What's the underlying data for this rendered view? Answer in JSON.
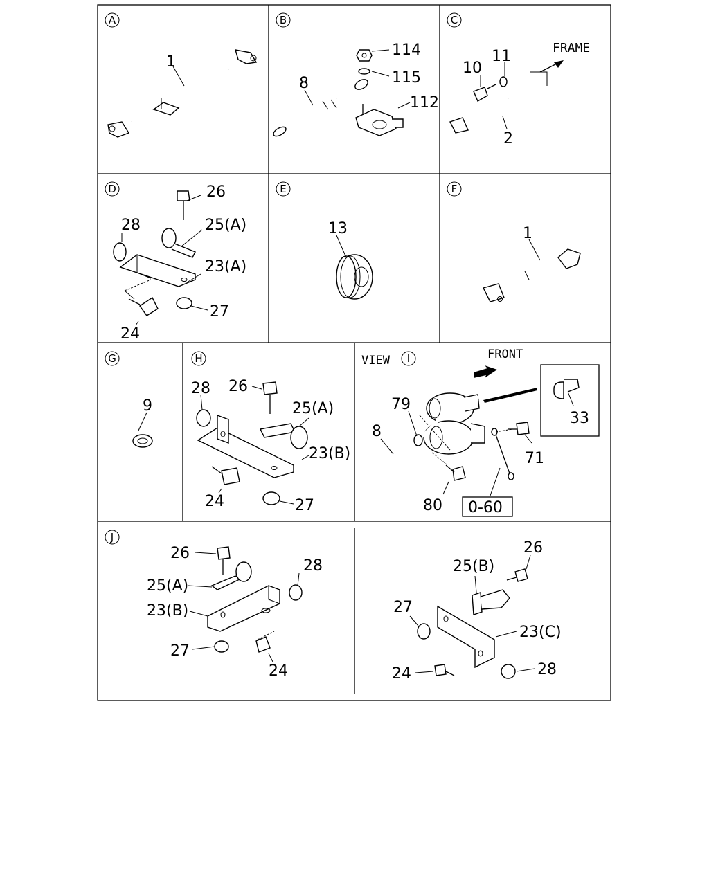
{
  "sections": [
    {
      "id": "A"
    },
    {
      "id": "B"
    },
    {
      "id": "C"
    },
    {
      "id": "D"
    },
    {
      "id": "E"
    },
    {
      "id": "F"
    },
    {
      "id": "G"
    },
    {
      "id": "H"
    },
    {
      "id": "I"
    },
    {
      "id": "J"
    }
  ],
  "view_prefix": "VIEW",
  "annotations": {
    "frame": "FRAME",
    "front": "FRONT",
    "ref_box": "0-60"
  },
  "labels": {
    "a_1": "1",
    "b_8": "8",
    "b_114": "114",
    "b_115": "115",
    "b_112": "112",
    "c_10": "10",
    "c_11": "11",
    "c_2": "2",
    "d_26": "26",
    "d_28": "28",
    "d_25a": "25(A)",
    "d_23a": "23(A)",
    "d_27": "27",
    "d_24": "24",
    "e_13": "13",
    "f_1": "1",
    "g_9": "9",
    "h_28": "28",
    "h_26": "26",
    "h_25a": "25(A)",
    "h_23b": "23(B)",
    "h_24": "24",
    "h_27": "27",
    "i_79": "79",
    "i_8": "8",
    "i_33": "33",
    "i_71": "71",
    "i_80": "80",
    "j1_26": "26",
    "j1_25a": "25(A)",
    "j1_23b": "23(B)",
    "j1_28": "28",
    "j1_27": "27",
    "j1_24": "24",
    "j2_25b": "25(B)",
    "j2_26": "26",
    "j2_27": "27",
    "j2_23c": "23(C)",
    "j2_24": "24",
    "j2_28": "28"
  }
}
